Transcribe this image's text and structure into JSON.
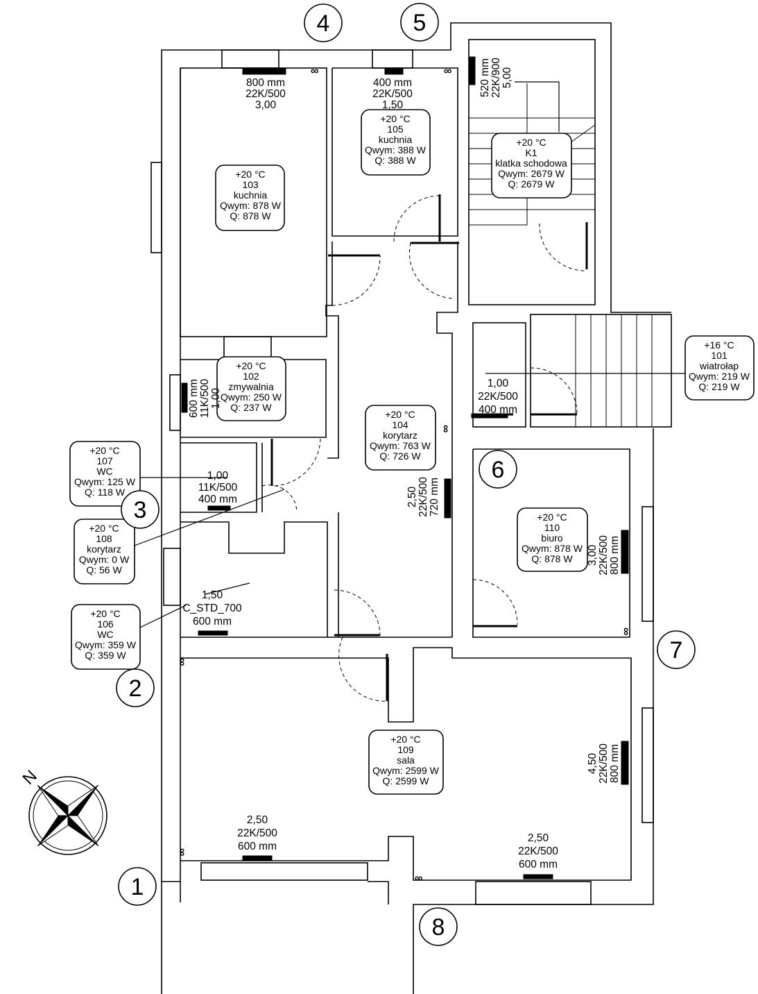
{
  "axis_markers": [
    {
      "id": "ax-1",
      "label": "1"
    },
    {
      "id": "ax-2",
      "label": "2"
    },
    {
      "id": "ax-3",
      "label": "3"
    },
    {
      "id": "ax-4",
      "label": "4"
    },
    {
      "id": "ax-5",
      "label": "5"
    },
    {
      "id": "ax-6",
      "label": "6"
    },
    {
      "id": "ax-7",
      "label": "7"
    },
    {
      "id": "ax-8",
      "label": "8"
    }
  ],
  "compass": {
    "north_label": "N"
  },
  "rooms": [
    {
      "id": "r103",
      "lines": [
        "+20 °C",
        "103",
        "kuchnia",
        "Qwym: 878 W",
        "Q: 878 W"
      ]
    },
    {
      "id": "r105",
      "lines": [
        "+20 °C",
        "105",
        "kuchnia",
        "Qwym: 388 W",
        "Q: 388 W"
      ]
    },
    {
      "id": "rK1",
      "lines": [
        "+20 °C",
        "K1",
        "klatka schodowa",
        "Qwym: 2679 W",
        "Q: 2679 W"
      ]
    },
    {
      "id": "r101",
      "lines": [
        "+16 °C",
        "101",
        "wiatrołap",
        "Qwym: 219 W",
        "Q: 219 W"
      ]
    },
    {
      "id": "r102",
      "lines": [
        "+20 °C",
        "102",
        "zmywalnia",
        "Qwym: 250 W",
        "Q: 237 W"
      ]
    },
    {
      "id": "r104",
      "lines": [
        "+20 °C",
        "104",
        "korytarz",
        "Qwym: 763 W",
        "Q: 726 W"
      ]
    },
    {
      "id": "r107",
      "lines": [
        "+20 °C",
        "107",
        "WC",
        "Qwym: 125 W",
        "Q: 118 W"
      ]
    },
    {
      "id": "r108",
      "lines": [
        "+20 °C",
        "108",
        "korytarz",
        "Qwym: 0 W",
        "Q: 56 W"
      ]
    },
    {
      "id": "r106",
      "lines": [
        "+20 °C",
        "106",
        "WC",
        "Qwym: 359 W",
        "Q: 359 W"
      ]
    },
    {
      "id": "r110",
      "lines": [
        "+20 °C",
        "110",
        "biuro",
        "Qwym: 878 W",
        "Q: 878 W"
      ]
    },
    {
      "id": "r109",
      "lines": [
        "+20 °C",
        "109",
        "sala",
        "Qwym: 2599 W",
        "Q: 2599 W"
      ]
    }
  ],
  "radiators": [
    {
      "id": "rad-103",
      "lines": [
        "800 mm",
        "22K/500",
        "3,00"
      ]
    },
    {
      "id": "rad-105",
      "lines": [
        "400 mm",
        "22K/500",
        "1,50"
      ]
    },
    {
      "id": "rad-K1",
      "lines": [
        "520 mm",
        "22K/900",
        "5,00"
      ]
    },
    {
      "id": "rad-102",
      "lines": [
        "600 mm",
        "11K/500",
        "1,00"
      ]
    },
    {
      "id": "rad-101",
      "lines": [
        "1,00",
        "22K/500",
        "400 mm"
      ]
    },
    {
      "id": "rad-104",
      "lines": [
        "2,50",
        "22K/500",
        "720 mm"
      ]
    },
    {
      "id": "rad-107",
      "lines": [
        "1,00",
        "11K/500",
        "400 mm"
      ]
    },
    {
      "id": "rad-110",
      "lines": [
        "3,00",
        "22K/500",
        "800 mm"
      ]
    },
    {
      "id": "rad-106",
      "lines": [
        "1,50",
        "C_STD_700",
        "600 mm"
      ]
    },
    {
      "id": "rad-109r",
      "lines": [
        "4,50",
        "22K/500",
        "800 mm"
      ]
    },
    {
      "id": "rad-109a",
      "lines": [
        "2,50",
        "22K/500",
        "600 mm"
      ]
    },
    {
      "id": "rad-109b",
      "lines": [
        "2,50",
        "22K/500",
        "600 mm"
      ]
    }
  ]
}
